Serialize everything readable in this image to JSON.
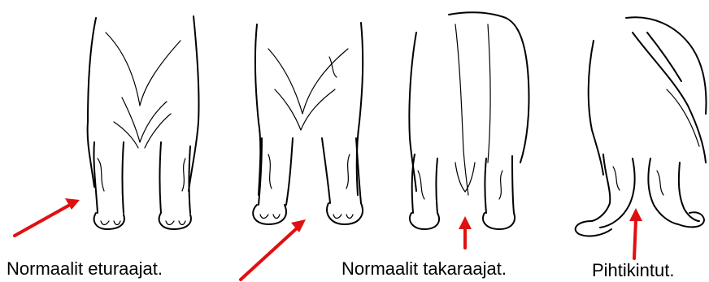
{
  "captions": {
    "normal_front": "Normaalit eturaajat.",
    "normal_hind": "Normaalit takaraajat.",
    "cow_hocked": "Pihtikintut."
  },
  "colors": {
    "arrow": "#e01010",
    "ink": "#000000",
    "background": "#ffffff"
  },
  "illustrations": [
    "normal-front-legs-drawing",
    "narrow-front-legs-drawing",
    "normal-hind-legs-drawing",
    "cow-hocked-hind-legs-drawing"
  ]
}
